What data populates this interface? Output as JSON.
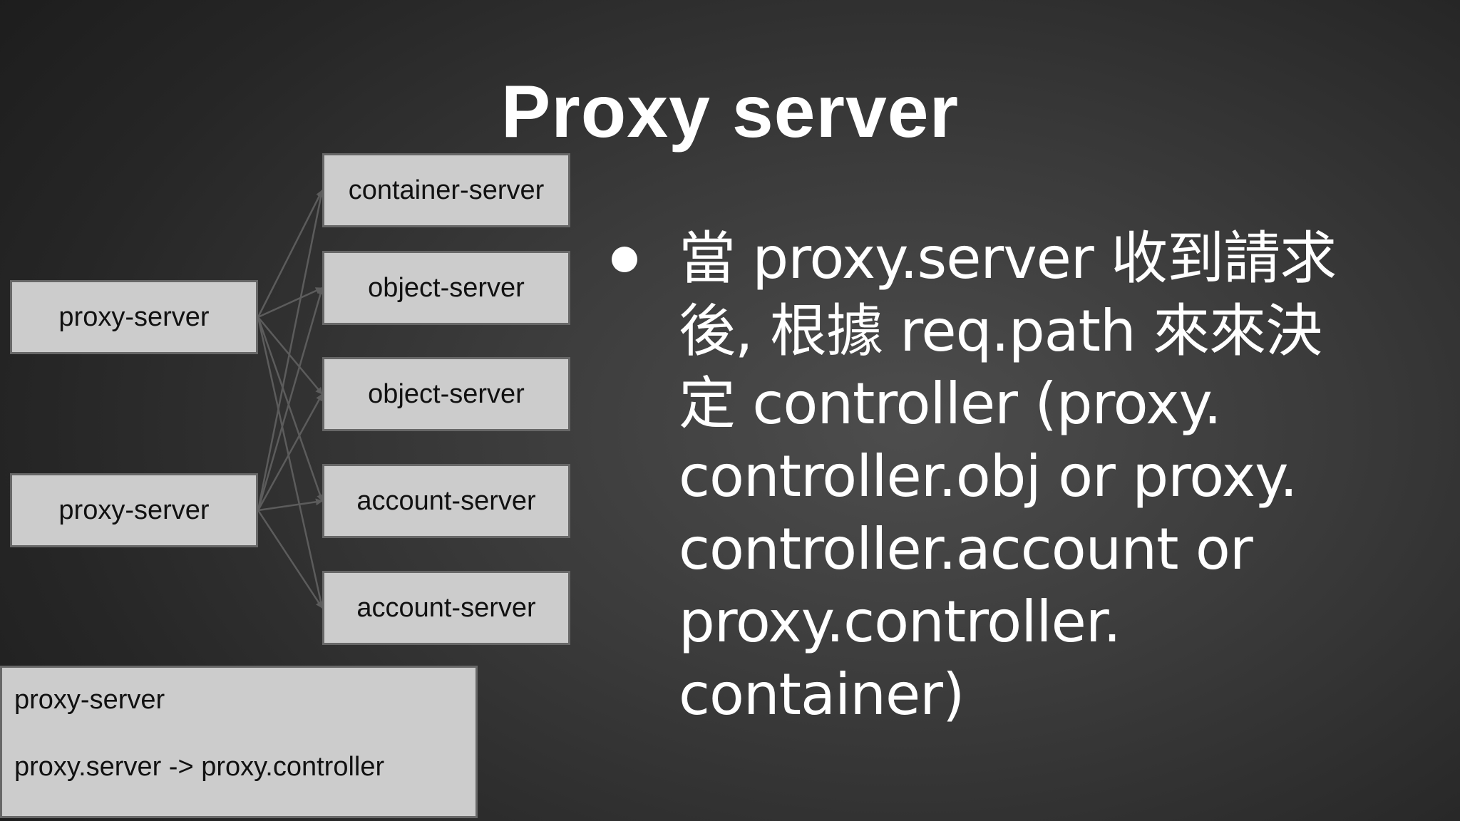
{
  "slide": {
    "title": "Proxy server"
  },
  "diagram": {
    "proxy_nodes": [
      "proxy-server",
      "proxy-server"
    ],
    "server_nodes": [
      "container-server",
      "object-server",
      "object-server",
      "account-server",
      "account-server"
    ],
    "edges": "each proxy-server connects to every backend server"
  },
  "legend": {
    "line1": "proxy-server",
    "line2": "proxy.server -> proxy.controller"
  },
  "bullet": {
    "lines": [
      "當 proxy.server 收到請求",
      "後, 根據 req.path 來來決",
      "定 controller (proxy.",
      "controller.obj or proxy.",
      "controller.account or",
      "proxy.controller.",
      "container)"
    ]
  }
}
